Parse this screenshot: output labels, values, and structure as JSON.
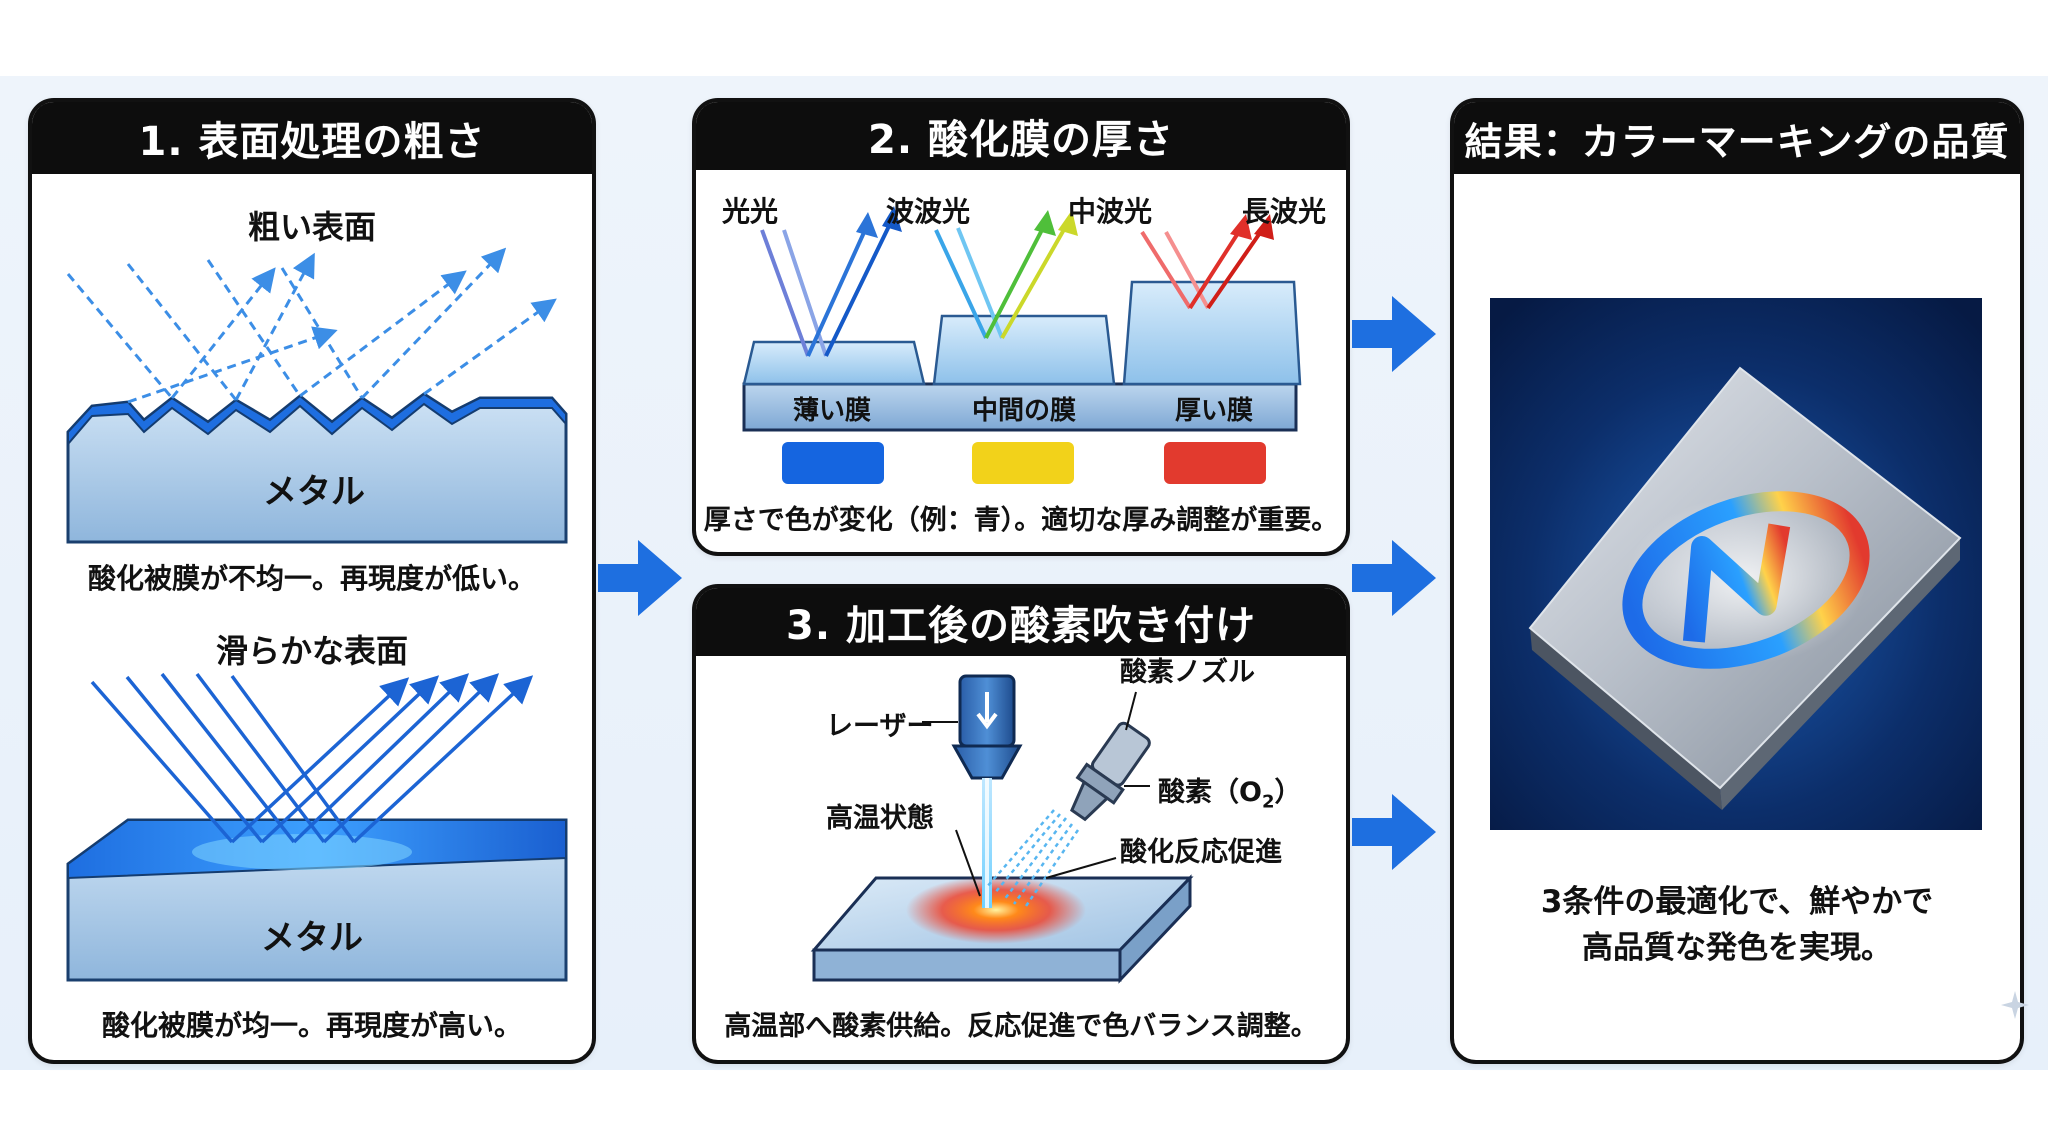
{
  "panel1": {
    "title": "1. 表面処理の粗さ",
    "rough_heading": "粗い表面",
    "rough_metal": "メタル",
    "rough_caption": "酸化被膜が不均一。再現度が低い。",
    "smooth_heading": "滑らかな表面",
    "smooth_metal": "メタル",
    "smooth_caption": "酸化被膜が均一。再現度が高い。"
  },
  "panel2": {
    "title": "2. 酸化膜の厚さ",
    "light_labels": [
      "光光",
      "波波光",
      "中波光",
      "長波光"
    ],
    "film_labels": [
      "薄い膜",
      "中間の膜",
      "厚い膜"
    ],
    "swatch_colors": [
      "#1565e0",
      "#f2d21a",
      "#e23a2e"
    ],
    "caption": "厚さで色が変化（例：青）。適切な厚み調整が重要。"
  },
  "panel3": {
    "title": "3. 加工後の酸素吹き付け",
    "laser_label": "レーザー",
    "nozzle_label": "酸素ノズル",
    "oxygen_label": "酸素（O",
    "oxygen_sub": "2",
    "oxygen_close": "）",
    "hot_label": "高温状態",
    "reaction_label": "酸化反応促進",
    "caption": "高温部へ酸素供給。反応促進で色バランス調整。"
  },
  "result": {
    "title": "結果：カラーマーキングの品質",
    "caption_line1": "3条件の最適化で、鮮やかで",
    "caption_line2": "高品質な発色を実現。"
  },
  "colors": {
    "arrow_blue": "#1e6fe0",
    "header_black": "#0d0d0d",
    "metal_blue": "#9ec3e6"
  }
}
